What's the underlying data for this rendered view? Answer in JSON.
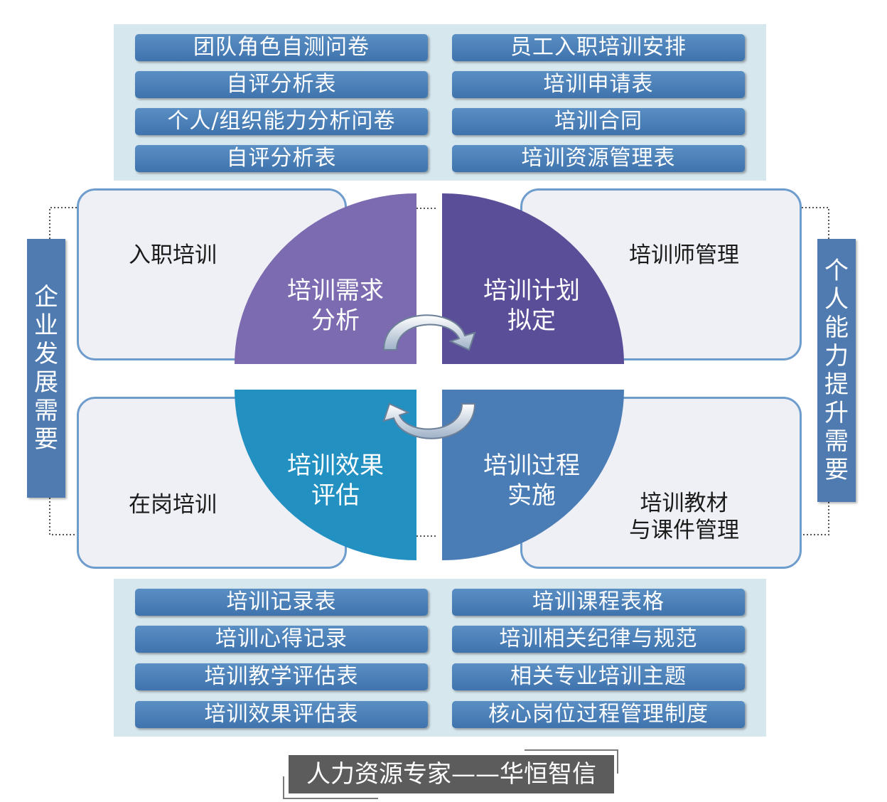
{
  "top_documents": {
    "left": [
      "团队角色自测问卷",
      "自评分析表",
      "个人/组织能力分析问卷",
      "自评分析表"
    ],
    "right": [
      "员工入职培训安排",
      "培训申请表",
      "培训合同",
      "培训资源管理表"
    ]
  },
  "bottom_documents": {
    "left": [
      "培训记录表",
      "培训心得记录",
      "培训教学评估表",
      "培训效果评估表"
    ],
    "right": [
      "培训课程表格",
      "培训相关纪律与规范",
      "相关专业培训主题",
      "核心岗位过程管理制度"
    ]
  },
  "corner_boxes": {
    "top_left": "入职培训",
    "top_right": "培训师管理",
    "bottom_left": "在岗培训",
    "bottom_right": "培训教材\n与课件管理"
  },
  "quadrants": {
    "top_left": "培训需求\n分析",
    "top_right": "培训计划\n拟定",
    "bottom_left": "培训效果\n评估",
    "bottom_right": "培训过程\n实施"
  },
  "side_bars": {
    "left": "企业发展需要",
    "right": "个人能力提升需要"
  },
  "footer": "人力资源专家——华恒智信",
  "colors": {
    "panel": "#d6e7ee",
    "doc_item": "#4a7fb8",
    "quadrant_top_left": "#7c6bb0",
    "quadrant_top_right": "#5a4e98",
    "quadrant_bottom_left": "#2390c2",
    "quadrant_bottom_right": "#4a7cb5",
    "box_border": "#6e9ccc",
    "box_fill": "#eef0f5",
    "side_bar": "#4f7bb0",
    "footer": "#5c5c5c"
  },
  "icons": [
    "cycle-arrow-icon",
    "cycle-arrow-icon"
  ]
}
